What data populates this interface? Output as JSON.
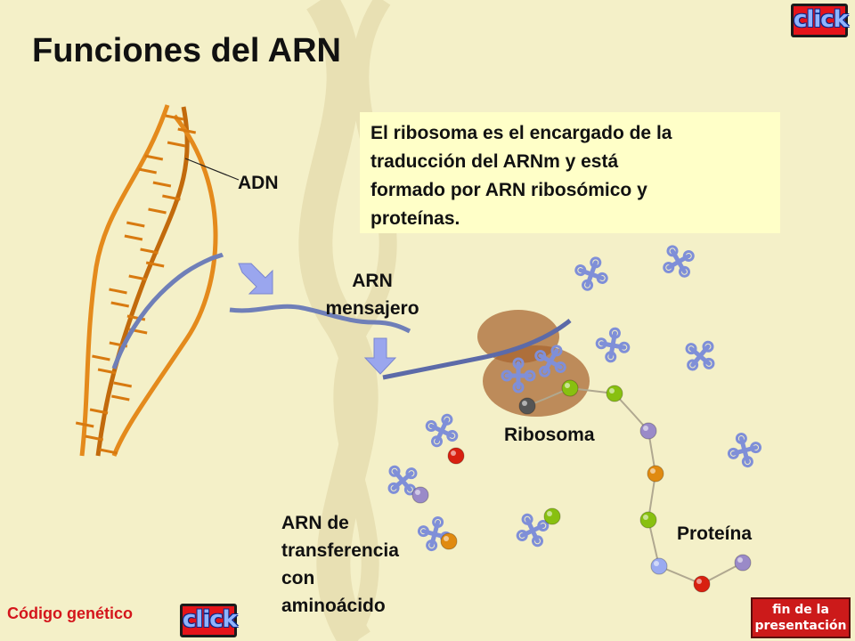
{
  "title": "Funciones del ARN",
  "callout": {
    "lines": [
      "El ribosoma es el encargado de la",
      "traducción del ARNm y está",
      "formado por ARN ribosómico y",
      "proteínas."
    ]
  },
  "labels": {
    "adn": "ADN",
    "arn_mensajero": [
      "ARN",
      "mensajero"
    ],
    "ribosoma": "Ribosoma",
    "proteina": "Proteína",
    "arn_transferencia": [
      "ARN de",
      "transferencia",
      "con",
      "aminoácido"
    ]
  },
  "buttons": {
    "click_top": "click",
    "click_bottom": "click",
    "codigo_genetico": "Código genético",
    "fin": [
      "fin de la",
      "presentación"
    ]
  },
  "colors": {
    "background": "#f4f0c8",
    "callout_bg": "#ffffc8",
    "dna": "#e48a1c",
    "mrna": "#6f7fb8",
    "ribosome": "#a8642f",
    "trna": "#7f8fd8",
    "aa_green": "#88c010",
    "aa_purple": "#9a8ac8",
    "aa_orange": "#e08a10",
    "aa_red": "#d82010",
    "aa_blue": "#9aaaf0",
    "arrow": "#9aa6ee",
    "button_red": "#e5141a",
    "link_red": "#d4161c"
  }
}
